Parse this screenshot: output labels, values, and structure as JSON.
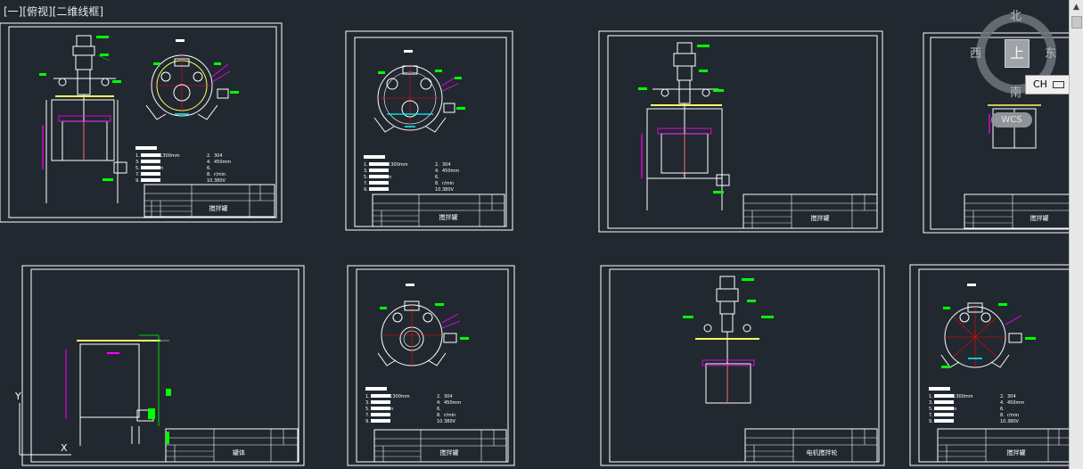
{
  "viewport": {
    "label": "[一][俯视][二维线框]"
  },
  "viewcube": {
    "north": "北",
    "south": "南",
    "east": "东",
    "west": "西",
    "top_face": "上",
    "wcs_label": "WCS"
  },
  "ime": {
    "language": "CH",
    "keyboard_icon": "keyboard-icon"
  },
  "colors": {
    "background": "#212830",
    "frame": "#ffffff",
    "label_tag": "#00ff00",
    "dimension": "#ff00ff",
    "centerline": "#ff0000",
    "accent_yellow": "#ffff66",
    "cyan": "#00ffff"
  },
  "sheets": [
    {
      "id": "sheet-1",
      "title": "搅拌罐",
      "spec_rows": [
        [
          "1.",
          "Φ1000*1300mm",
          "2.",
          "304"
        ],
        [
          "3.",
          "3mm",
          "4.",
          "450mm"
        ],
        [
          "5.",
          "Φ355mm",
          "6.",
          ""
        ],
        [
          "7.",
          "7",
          "8.",
          "r/min"
        ],
        [
          "9.",
          "304",
          "10.",
          "380V"
        ]
      ]
    },
    {
      "id": "sheet-2",
      "title": "搅拌罐",
      "spec_rows": [
        [
          "1.",
          "Φ1000*1300mm",
          "2.",
          "304"
        ],
        [
          "3.",
          "3mm",
          "4.",
          "450mm"
        ],
        [
          "5.",
          "Φ355mm",
          "6.",
          ""
        ],
        [
          "7.",
          "7",
          "8.",
          "r/min"
        ],
        [
          "9.",
          "304",
          "10.",
          "380V"
        ]
      ]
    },
    {
      "id": "sheet-3",
      "title": "搅拌罐",
      "spec_rows": []
    },
    {
      "id": "sheet-4",
      "title": "搅拌罐",
      "spec_rows": []
    },
    {
      "id": "sheet-5",
      "title": "罐体",
      "spec_rows": []
    },
    {
      "id": "sheet-6",
      "title": "搅拌罐",
      "spec_rows": [
        [
          "1.",
          "Φ1000*1300mm",
          "2.",
          "304"
        ],
        [
          "3.",
          "3mm",
          "4.",
          "450mm"
        ],
        [
          "5.",
          "Φ355mm",
          "6.",
          ""
        ],
        [
          "7.",
          "7",
          "8.",
          "r/min"
        ],
        [
          "9.",
          "304",
          "10.",
          "380V"
        ]
      ]
    },
    {
      "id": "sheet-7",
      "title": "电机搅拌轮",
      "spec_rows": []
    },
    {
      "id": "sheet-8",
      "title": "搅拌罐",
      "spec_rows": [
        [
          "1.",
          "Φ1000*1300mm",
          "2.",
          "304"
        ],
        [
          "3.",
          "3mm",
          "4.",
          "450mm"
        ],
        [
          "5.",
          "Φ355mm",
          "6.",
          ""
        ],
        [
          "7.",
          "7",
          "8.",
          "r/min"
        ],
        [
          "9.",
          "304",
          "10.",
          "380V"
        ]
      ]
    }
  ],
  "ucs_icon": {
    "x_label": "X",
    "y_label": "Y"
  }
}
